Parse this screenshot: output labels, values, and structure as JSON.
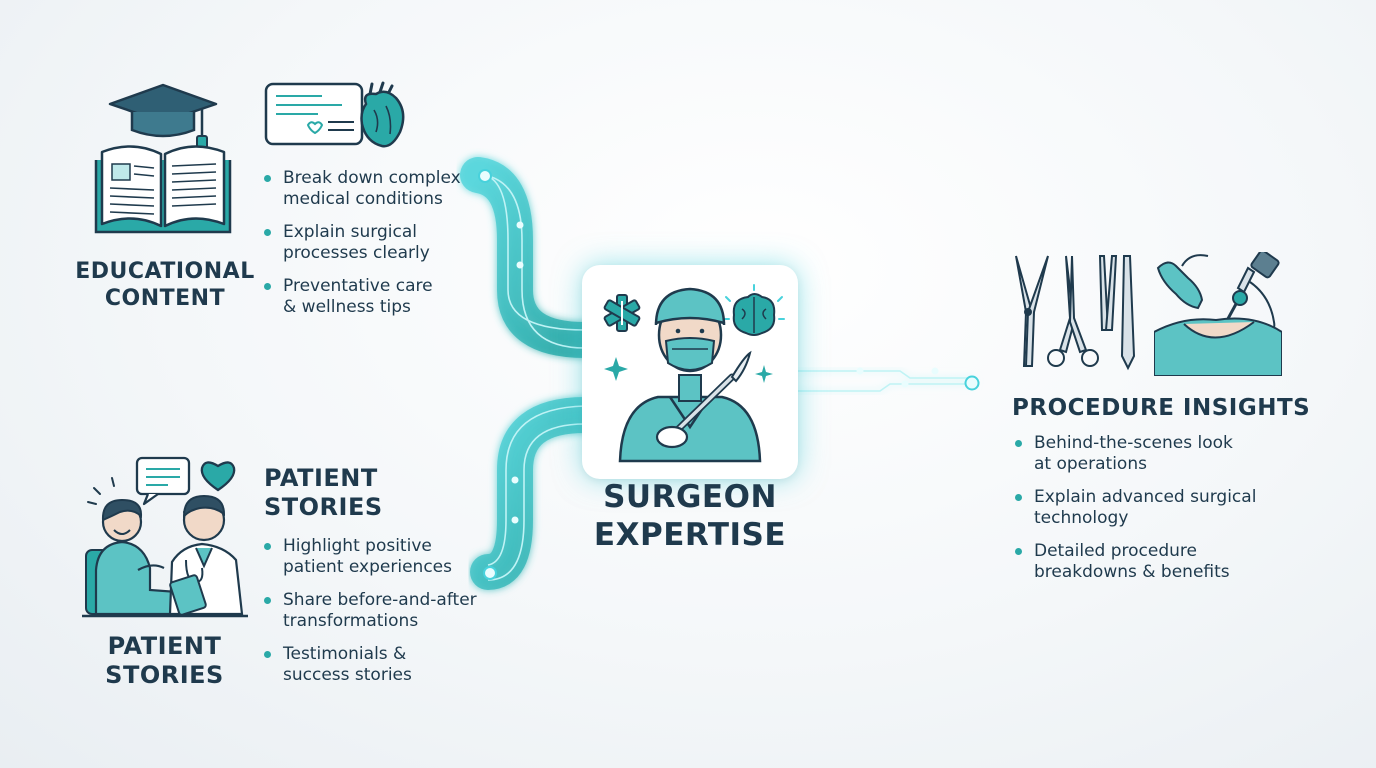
{
  "center": {
    "title_line1": "SURGEON",
    "title_line2": "EXPERTISE"
  },
  "educational": {
    "title_line1": "EDUCATIONAL",
    "title_line2": "CONTENT",
    "bullets": [
      [
        "Break down complex",
        "medical conditions"
      ],
      [
        "Explain surgical",
        "processes clearly"
      ],
      [
        "Preventative care",
        "& wellness tips"
      ]
    ]
  },
  "patient": {
    "side_title_line1": "PATIENT",
    "side_title_line2": "STORIES",
    "title_line1": "PATIENT",
    "title_line2": "STORIES",
    "bullets": [
      [
        "Highlight positive",
        "patient experiences"
      ],
      [
        "Share before-and-after",
        "transformations"
      ],
      [
        "Testimonials &",
        "success stories"
      ]
    ]
  },
  "procedure": {
    "title": "PROCEDURE INSIGHTS",
    "bullets": [
      [
        "Behind-the-scenes look",
        "at operations"
      ],
      [
        "Explain advanced surgical",
        "technology"
      ],
      [
        "Detailed procedure",
        "breakdowns & benefits"
      ]
    ]
  },
  "icons": [
    "graduation-cap-icon",
    "open-book-icon",
    "chat-bubble-icon",
    "anatomical-heart-icon",
    "heart-icon",
    "medical-star-icon",
    "brain-icon",
    "sparkle-icon",
    "surgeon-icon",
    "scalpel-icon",
    "surgical-scissors-icon",
    "forceps-icon",
    "endoscope-icon",
    "surgery-hand-icon",
    "patient-icon",
    "doctor-icon"
  ],
  "colors": {
    "teal": "#2aa9a7",
    "teal_light": "#4fd0d6",
    "navy": "#1f3a4d",
    "glow": "#48d2dc"
  }
}
